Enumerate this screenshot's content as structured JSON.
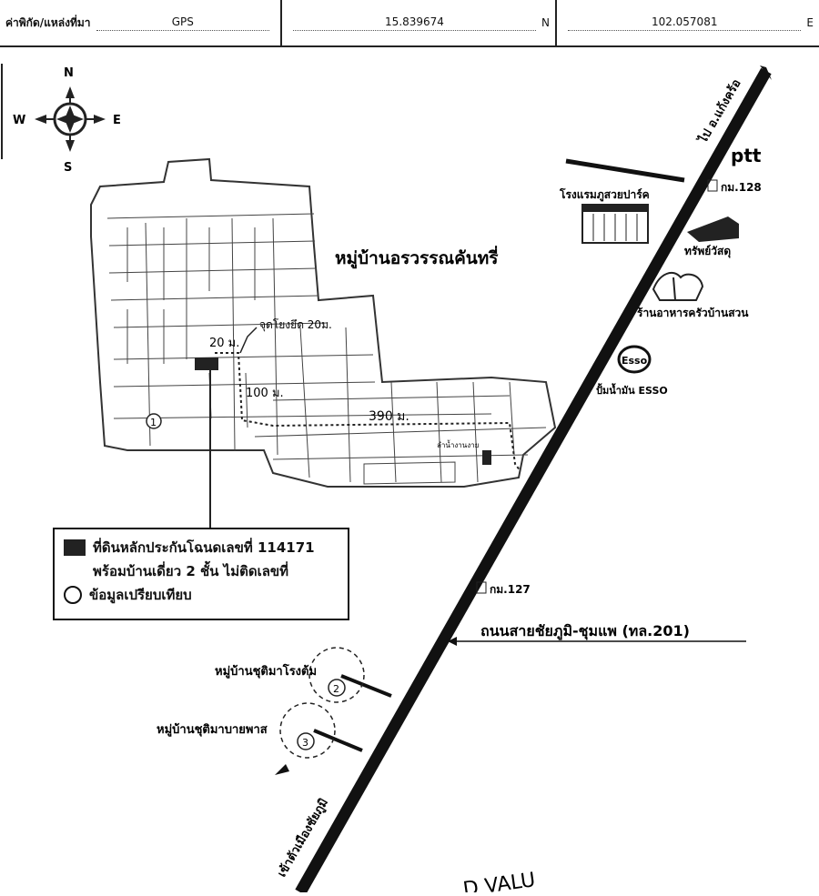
{
  "header": {
    "label": "ค่าพิกัด/แหล่งที่มา",
    "source": "GPS",
    "latitude": "15.839674",
    "lat_dir": "N",
    "longitude": "102.057081",
    "lon_dir": "E"
  },
  "compass": {
    "north": "N",
    "south": "S",
    "east": "E",
    "west": "W"
  },
  "labels": {
    "village_name": "หมู่บ้านอรวรรณคันทรี่",
    "road_name": "ถนนสายชัยภูมิ-ชุมแพ (ทล.201)",
    "to_north": "ไป อ.แก้งคร้อ",
    "to_south": "เข้าตัวเมืองชัยภูมิ",
    "km128": "กม.128",
    "km127": "กม.127",
    "hotel": "โรงแรมภูสวยปาร์ค",
    "hardware": "ทรัพย์วัสดุ",
    "restaurant": "ร้านอาหารครัวบ้านสวน",
    "gas_station": "ปั้มน้ำมัน ESSO",
    "esso_logo": "Esso",
    "ptt_logo": "ptt",
    "village2": "หมู่บ้านชุติมาโรงต้ม",
    "village3": "หมู่บ้านชุติมาบายพาส",
    "dist_20": "20 ม.",
    "dist_100": "100 ม.",
    "dist_390": "390 ม.",
    "narrow_point": "จุดโยงยึด 20ม.",
    "pond": "ลำน้ำงานงาย",
    "bottom_partial": "D VALU"
  },
  "markers": [
    "1",
    "2",
    "3"
  ],
  "legend": {
    "line1": "ที่ดินหลักประกันโฉนดเลขที่ 114171",
    "line2": "พร้อมบ้านเดี่ยว 2 ชั้น ไม่ติดเลขที่",
    "line3": "ข้อมูลเปรียบเทียบ"
  }
}
